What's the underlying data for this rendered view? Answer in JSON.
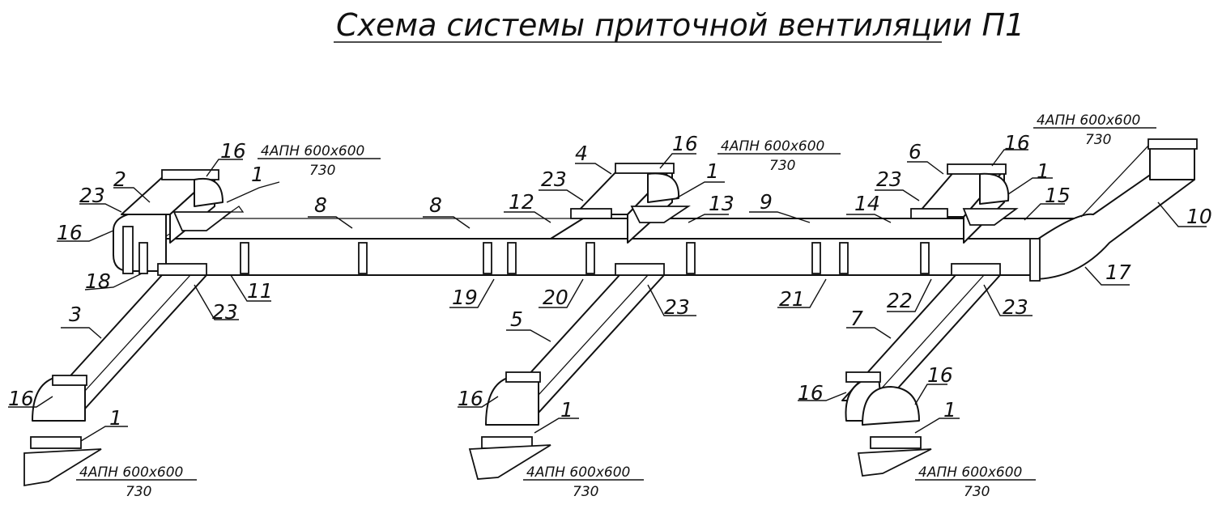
{
  "title": "Схема системы приточной вентиляции П1",
  "diffusers": [
    {
      "type": "4АПН 600х600",
      "code": "730"
    },
    {
      "type": "4АПН 600х600",
      "code": "730"
    },
    {
      "type": "4АПН 600х600",
      "code": "730"
    },
    {
      "type": "4АПН 600х600",
      "code": "730"
    },
    {
      "type": "4АПН 600х600",
      "code": "730"
    },
    {
      "type": "4АПН 600х600",
      "code": "730"
    }
  ],
  "callouts": [
    "16",
    "2",
    "23",
    "16",
    "1",
    "18",
    "11",
    "23",
    "3",
    "16",
    "1",
    "8",
    "8",
    "12",
    "19",
    "4",
    "23",
    "16",
    "1",
    "13",
    "20",
    "23",
    "5",
    "16",
    "1",
    "9",
    "14",
    "21",
    "6",
    "23",
    "16",
    "1",
    "15",
    "22",
    "23",
    "7",
    "16",
    "16",
    "1",
    "10",
    "17"
  ]
}
